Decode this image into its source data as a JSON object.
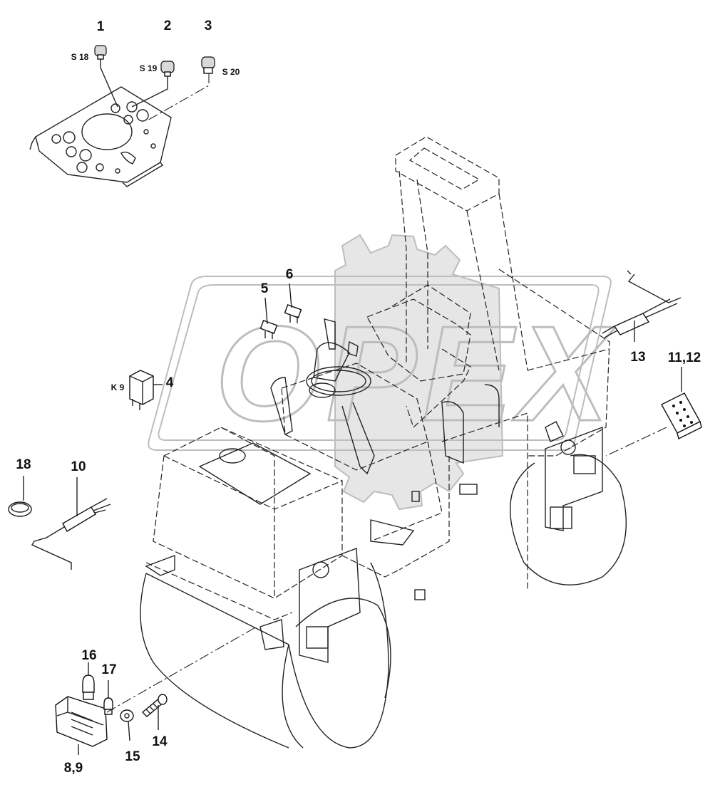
{
  "callouts": [
    {
      "id": "1",
      "text": "1"
    },
    {
      "id": "2",
      "text": "2"
    },
    {
      "id": "3",
      "text": "3"
    },
    {
      "id": "4",
      "text": "4"
    },
    {
      "id": "5",
      "text": "5"
    },
    {
      "id": "6",
      "text": "6"
    },
    {
      "id": "8_9",
      "text": "8,9"
    },
    {
      "id": "10",
      "text": "10"
    },
    {
      "id": "11_12",
      "text": "11,12"
    },
    {
      "id": "13",
      "text": "13"
    },
    {
      "id": "14",
      "text": "14"
    },
    {
      "id": "15",
      "text": "15"
    },
    {
      "id": "16",
      "text": "16"
    },
    {
      "id": "17",
      "text": "17"
    },
    {
      "id": "18",
      "text": "18"
    }
  ],
  "designations": {
    "s18": "S 18",
    "s19": "S 19",
    "s20": "S 20",
    "k9": "K 9"
  },
  "watermark": {
    "logo_text": "OPEX"
  }
}
